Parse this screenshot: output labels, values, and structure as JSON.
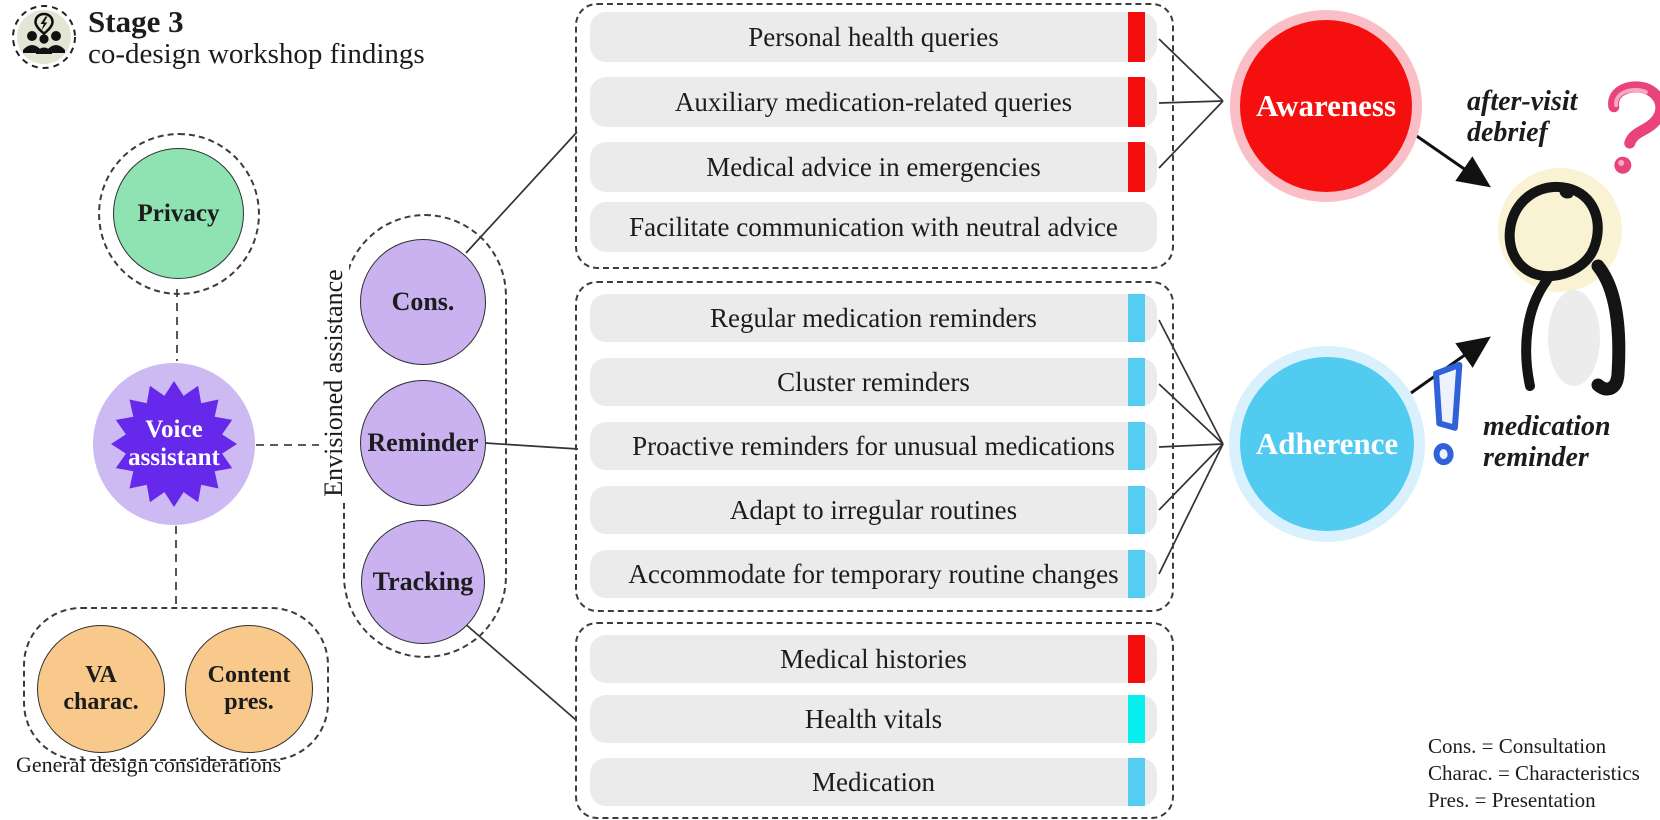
{
  "header": {
    "stage": "Stage 3",
    "subtitle": "co-design workshop findings"
  },
  "left_cluster": {
    "privacy": "Privacy",
    "voice_assistant": {
      "line1": "Voice",
      "line2": "assistant"
    },
    "va_charac": {
      "line1": "VA",
      "line2": "charac."
    },
    "content_pres": {
      "line1": "Content",
      "line2": "pres."
    },
    "general_label": "General design considerations"
  },
  "assistance": {
    "axis_label": "Envisioned assistance",
    "nodes": [
      "Cons.",
      "Reminder",
      "Tracking"
    ]
  },
  "groups": [
    {
      "id": "consultation",
      "items": [
        {
          "label": "Personal health queries",
          "bar": "#f50d0d"
        },
        {
          "label": "Auxiliary medication-related queries",
          "bar": "#f50d0d"
        },
        {
          "label": "Medical advice in emergencies",
          "bar": "#f50d0d"
        },
        {
          "label": "Facilitate communication with neutral advice",
          "bar": "transparent"
        }
      ]
    },
    {
      "id": "reminder",
      "items": [
        {
          "label": "Regular medication reminders",
          "bar": "#55cdf2"
        },
        {
          "label": "Cluster reminders",
          "bar": "#55cdf2"
        },
        {
          "label": "Proactive reminders for unusual medications",
          "bar": "#55cdf2"
        },
        {
          "label": "Adapt to irregular routines",
          "bar": "#55cdf2"
        },
        {
          "label": "Accommodate for temporary routine changes",
          "bar": "#55cdf2"
        }
      ]
    },
    {
      "id": "tracking",
      "items": [
        {
          "label": "Medical histories",
          "bar": "#f50d0d"
        },
        {
          "label": "Health vitals",
          "bar": "#06efef"
        },
        {
          "label": "Medication",
          "bar": "#55cdf2"
        }
      ]
    }
  ],
  "outcomes": {
    "awareness": "Awareness",
    "adherence": "Adherence"
  },
  "annotations": {
    "after_visit": {
      "line1": "after-visit",
      "line2": "debrief"
    },
    "medication_reminder": {
      "line1": "medication",
      "line2": "reminder"
    }
  },
  "legend": [
    "Cons. = Consultation",
    "Charac. = Characteristics",
    "Pres. = Presentation"
  ],
  "palette": {
    "privacy_green": "#8fe3b3",
    "orange": "#f8c98a",
    "node_purple": "#cab2f1",
    "va_outer_purple": "#cdbaf3",
    "star_purple": "#6629ec",
    "awareness_red": "#f50f0f",
    "awareness_halo": "#f9bec6",
    "adherence_blue": "#52cbf1",
    "adherence_halo": "#d8f1fc",
    "person_halo_yellow": "#f9f3d4",
    "question_pink": "#e8437b",
    "exclaim_blue": "#2f62d9",
    "box_gray": "#ebebeb"
  }
}
